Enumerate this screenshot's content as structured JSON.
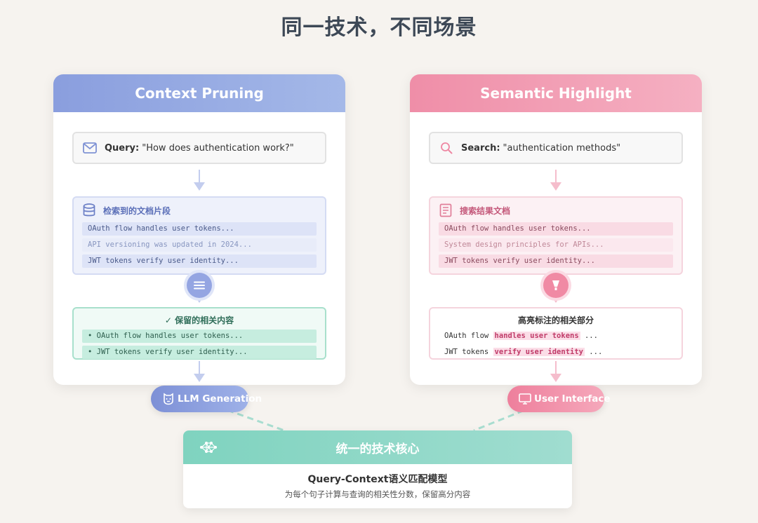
{
  "title": "同一技术，不同场景",
  "left": {
    "header": "Context Pruning",
    "query_label": "Query:",
    "query_text": "\"How does authentication work?\"",
    "docs_title": "检索到的文档片段",
    "docs": [
      "OAuth flow handles user tokens...",
      "API versioning was updated in 2024...",
      "JWT tokens verify user identity..."
    ],
    "kept_title": "✓ 保留的相关内容",
    "kept": [
      "• OAuth flow handles user tokens...",
      "• JWT tokens verify user identity..."
    ],
    "output_label": "LLM Generation"
  },
  "right": {
    "header": "Semantic Highlight",
    "search_label": "Search:",
    "search_text": "\"authentication methods\"",
    "docs_title": "搜索结果文档",
    "docs": [
      "OAuth flow handles user tokens...",
      "System design principles for APIs...",
      "JWT tokens verify user identity..."
    ],
    "highlight_title": "高亮标注的相关部分",
    "highlights": [
      {
        "prefix": "OAuth flow ",
        "mark": "handles user tokens",
        "suffix": " ..."
      },
      {
        "prefix": "JWT tokens ",
        "mark": "verify user identity",
        "suffix": " ..."
      }
    ],
    "output_label": "User Interface"
  },
  "core": {
    "header": "统一的技术核心",
    "model": "Query-Context语义匹配模型",
    "description": "为每个句子计算与查询的相关性分数，保留高分内容"
  },
  "colors": {
    "blue_accent": "#8a9ede",
    "pink_accent": "#ef8ea8",
    "green_accent": "#7fd3bf"
  },
  "icons": {
    "left_query": "mail-icon",
    "left_docs": "database-icon",
    "left_filter": "filter-lines-icon",
    "left_output": "robot-icon",
    "right_query": "search-icon",
    "right_docs": "document-icon",
    "right_filter": "highlighter-icon",
    "right_output": "monitor-icon",
    "core": "network-icon"
  }
}
